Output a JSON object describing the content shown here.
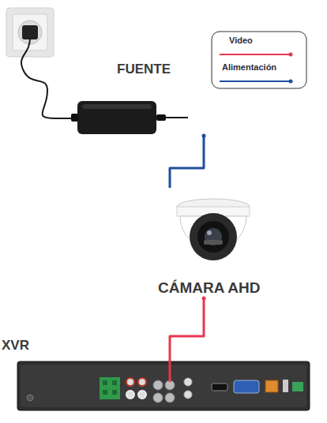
{
  "diagram": {
    "nodes": [
      {
        "text": [
          "FUENTE"
        ]
      },
      {
        "text": [
          "CÁMARA AHD"
        ]
      },
      {
        "text": [
          "XVR"
        ]
      }
    ],
    "edges": [
      {
        "from": 0,
        "to": 1,
        "arrow": "none"
      },
      {
        "from": 1,
        "to": 2,
        "arrow": "none"
      }
    ],
    "legend": [
      {
        "text": "Video"
      },
      {
        "text": "Alimentación"
      }
    ]
  }
}
